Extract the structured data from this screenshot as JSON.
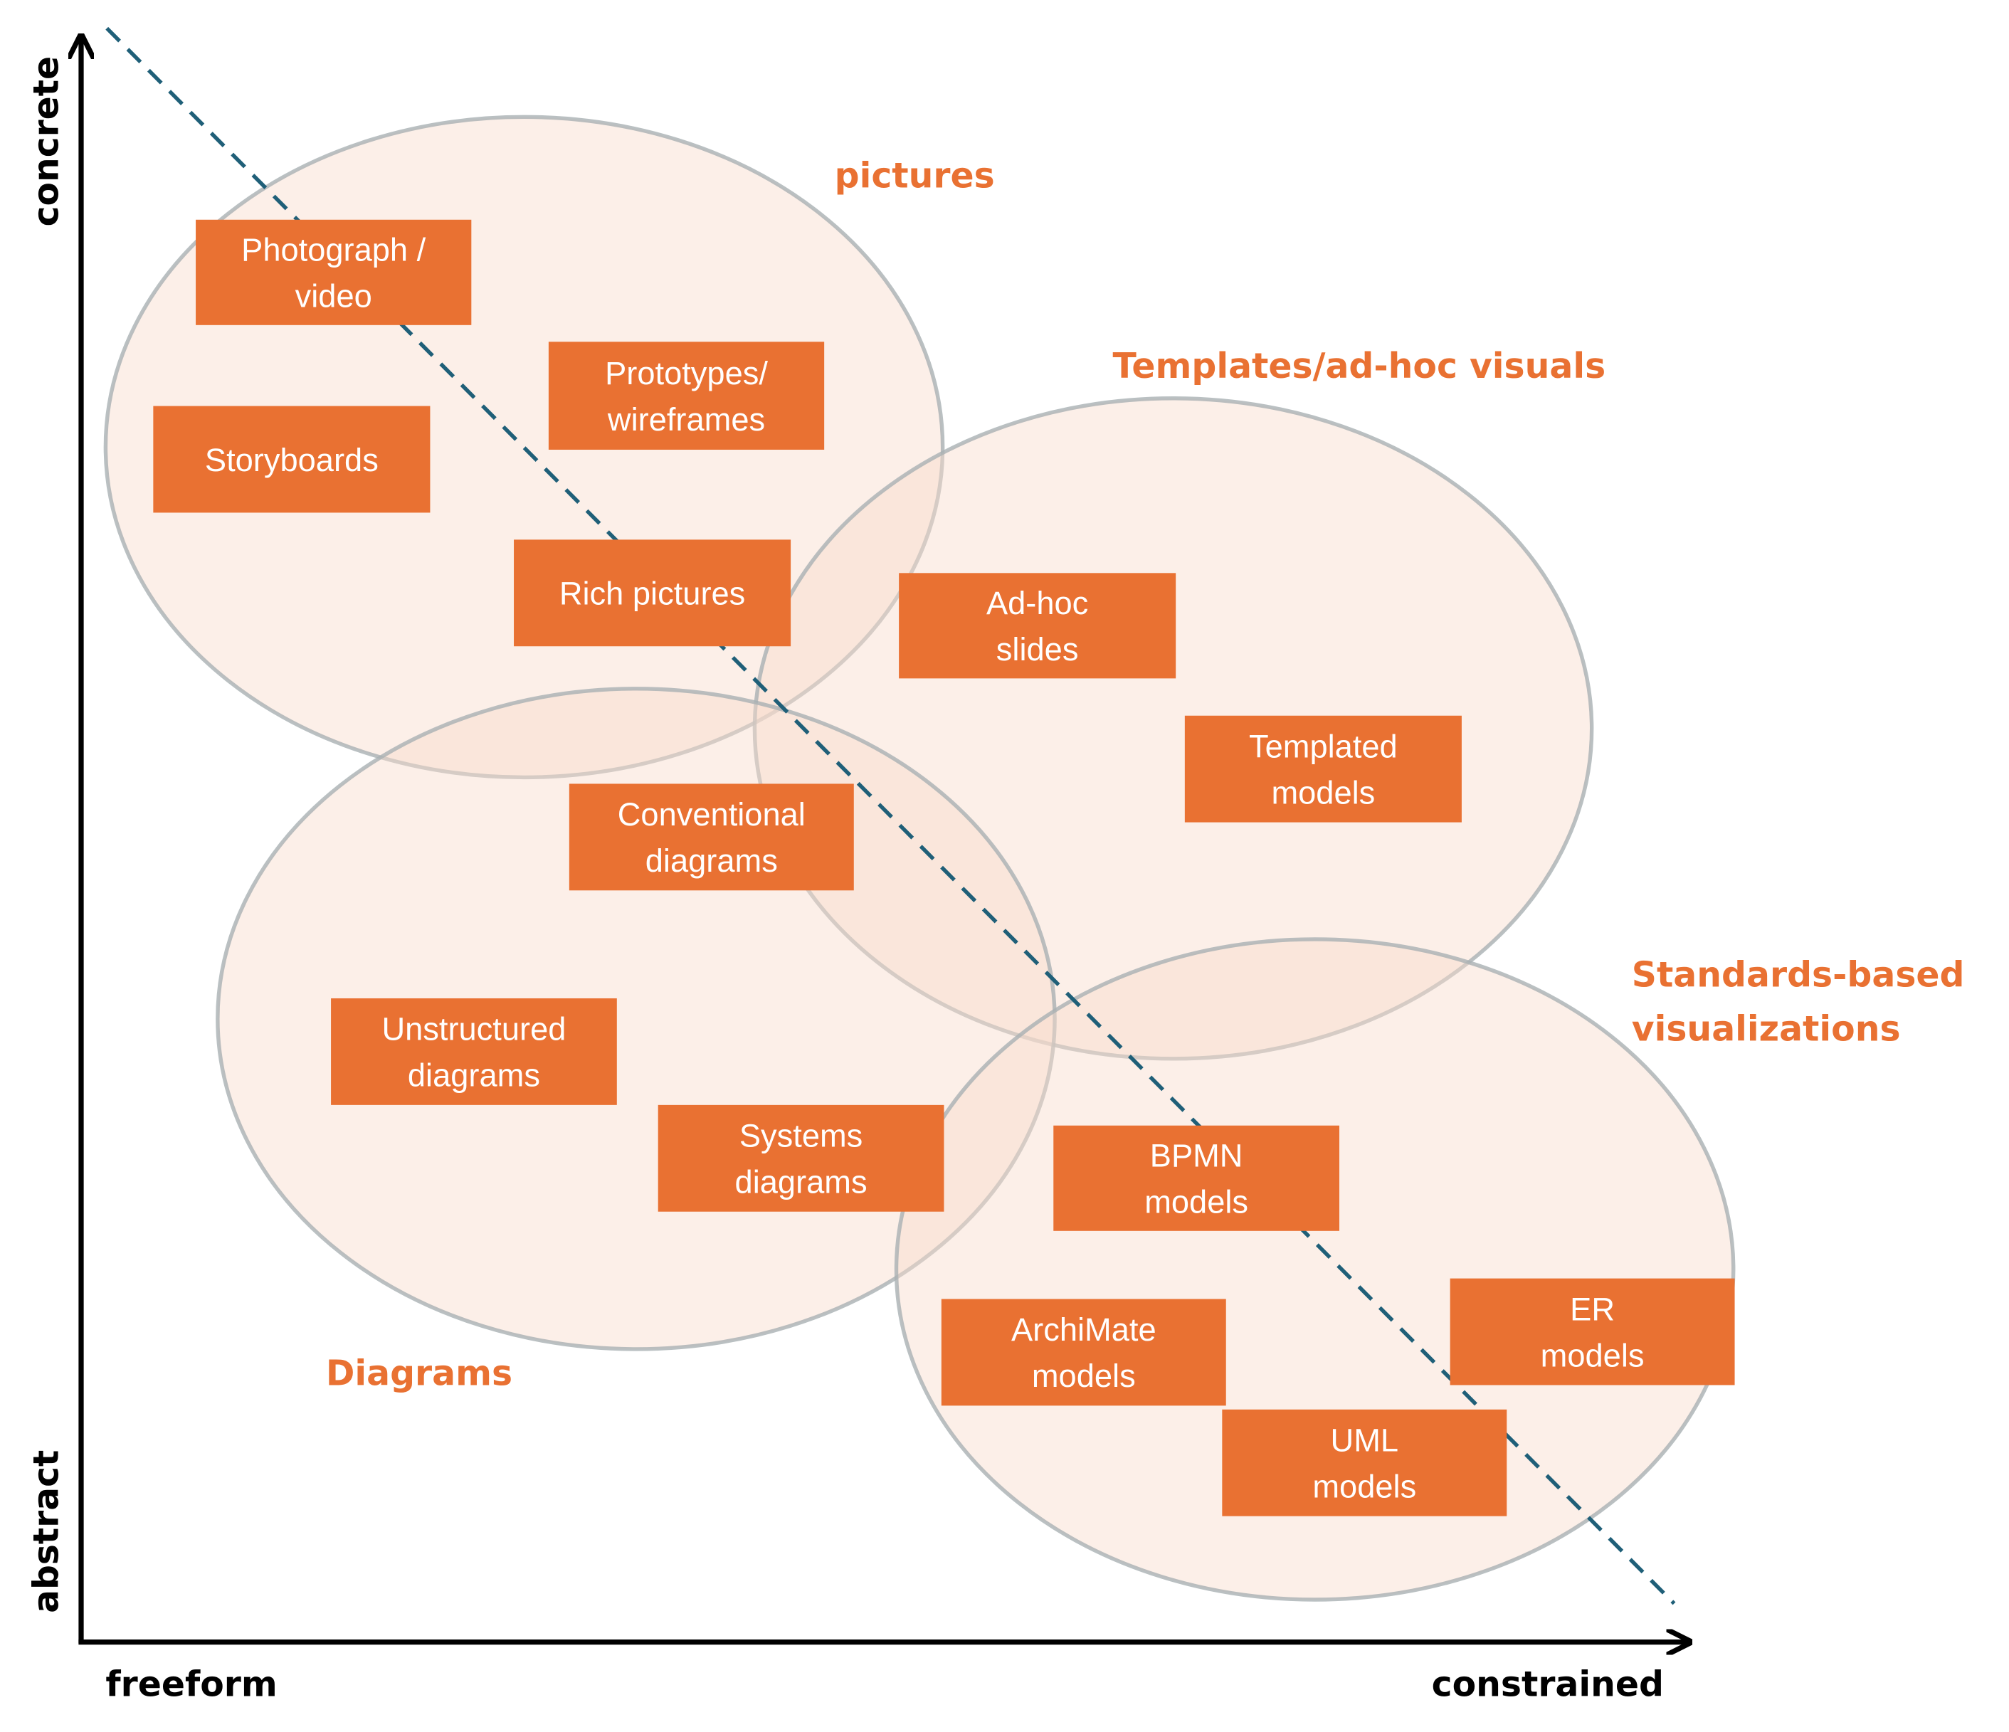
{
  "colors": {
    "box": "#E97132",
    "label": "#E97132",
    "ellipse_fill": "#F9DCCB",
    "ellipse_stroke": "#A9B0B3",
    "diagonal": "#1F5F78",
    "axis": "#000000"
  },
  "axes": {
    "y_top": "concrete",
    "y_bottom": "abstract",
    "x_left": "freeform",
    "x_right": "constrained"
  },
  "groups": [
    {
      "id": "pictures",
      "label": [
        "pictures"
      ]
    },
    {
      "id": "templates",
      "label": [
        "Templates/ad-hoc visuals"
      ]
    },
    {
      "id": "diagrams",
      "label": [
        "Diagrams"
      ]
    },
    {
      "id": "standards",
      "label": [
        "Standards-based",
        "visualizations"
      ]
    }
  ],
  "items": [
    {
      "id": "photograph-video",
      "lines": [
        "Photograph /",
        "video"
      ]
    },
    {
      "id": "prototypes-wireframes",
      "lines": [
        "Prototypes/",
        "wireframes"
      ]
    },
    {
      "id": "storyboards",
      "lines": [
        "Storyboards"
      ]
    },
    {
      "id": "rich-pictures",
      "lines": [
        "Rich pictures"
      ]
    },
    {
      "id": "ad-hoc-slides",
      "lines": [
        "Ad-hoc",
        "slides"
      ]
    },
    {
      "id": "templated-models",
      "lines": [
        "Templated",
        "models"
      ]
    },
    {
      "id": "conventional-diagrams",
      "lines": [
        "Conventional",
        "diagrams"
      ]
    },
    {
      "id": "unstructured-diagrams",
      "lines": [
        "Unstructured",
        "diagrams"
      ]
    },
    {
      "id": "systems-diagrams",
      "lines": [
        "Systems",
        "diagrams"
      ]
    },
    {
      "id": "bpmn-models",
      "lines": [
        "BPMN",
        "models"
      ]
    },
    {
      "id": "er-models",
      "lines": [
        "ER",
        "models"
      ]
    },
    {
      "id": "archimate-models",
      "lines": [
        "ArchiMate",
        "models"
      ]
    },
    {
      "id": "uml-models",
      "lines": [
        "UML",
        "models"
      ]
    }
  ]
}
